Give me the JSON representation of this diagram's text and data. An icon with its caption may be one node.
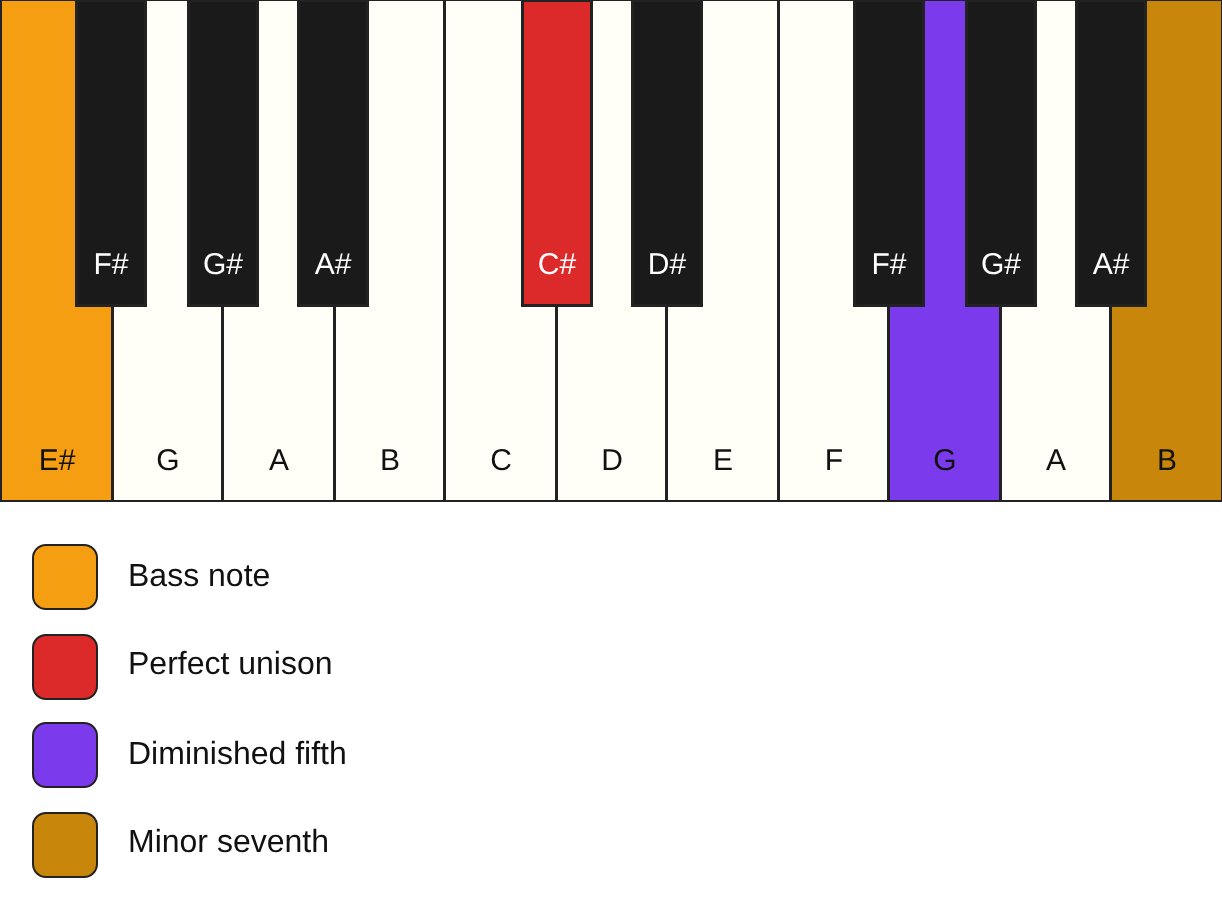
{
  "diagram": {
    "nodes": [
      {
        "text": [
          "F#"
        ]
      },
      {
        "text": [
          "G#"
        ]
      },
      {
        "text": [
          "A#"
        ]
      },
      {
        "text": [
          "C#"
        ]
      },
      {
        "text": [
          "D#"
        ]
      },
      {
        "text": [
          "F#"
        ]
      },
      {
        "text": [
          "G#"
        ]
      },
      {
        "text": [
          "A#"
        ]
      },
      {
        "text": [
          "E#"
        ]
      },
      {
        "text": [
          "G"
        ]
      },
      {
        "text": [
          "A"
        ]
      },
      {
        "text": [
          "B"
        ]
      },
      {
        "text": [
          "C"
        ]
      },
      {
        "text": [
          "D"
        ]
      },
      {
        "text": [
          "E"
        ]
      },
      {
        "text": [
          "F"
        ]
      },
      {
        "text": [
          "G"
        ]
      },
      {
        "text": [
          "A"
        ]
      },
      {
        "text": [
          "B"
        ]
      }
    ],
    "legend": [
      {
        "text": "Bass note",
        "color": "#f59e12"
      },
      {
        "text": "Perfect unison",
        "color": "#dc2a2a"
      },
      {
        "text": "Diminished fifth",
        "color": "#7c3aed"
      },
      {
        "text": "Minor seventh",
        "color": "#c8860a"
      }
    ]
  }
}
